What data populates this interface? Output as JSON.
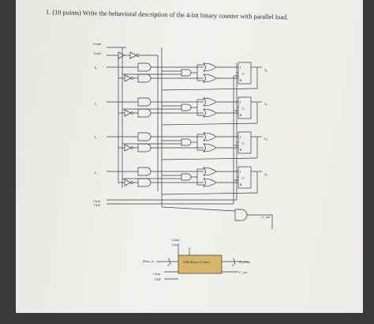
{
  "question": {
    "text": "1.   (10 points)  Write the behavioral description of the 4-bit binary counter with parallel load."
  },
  "circuit": {
    "inputs": {
      "count": "Count",
      "load": "Load",
      "clear": "Clear",
      "clk": "CLK"
    },
    "data_inputs": [
      "I₀",
      "I₁",
      "I₂",
      "I₃"
    ],
    "outputs": [
      "A₀",
      "A₁",
      "A₂",
      "A₃"
    ],
    "carry_out": "C_out",
    "flipflop_pins": {
      "j": "J",
      "k": "K",
      "c": "C"
    }
  },
  "block": {
    "title": "4-Bit Binary Counter",
    "in_count": "Count",
    "in_load": "Load",
    "in_data": "Data_in",
    "in_clear": "Clear",
    "in_clk": "CLK",
    "out_data": "A_count",
    "out_carry": "C_out",
    "bus_width_in": "4",
    "bus_width_out": "4"
  },
  "colors": {
    "background": "#3a3938",
    "paper": "#eeede9",
    "ink": "#333333",
    "block_fill": "#d6b66a"
  }
}
